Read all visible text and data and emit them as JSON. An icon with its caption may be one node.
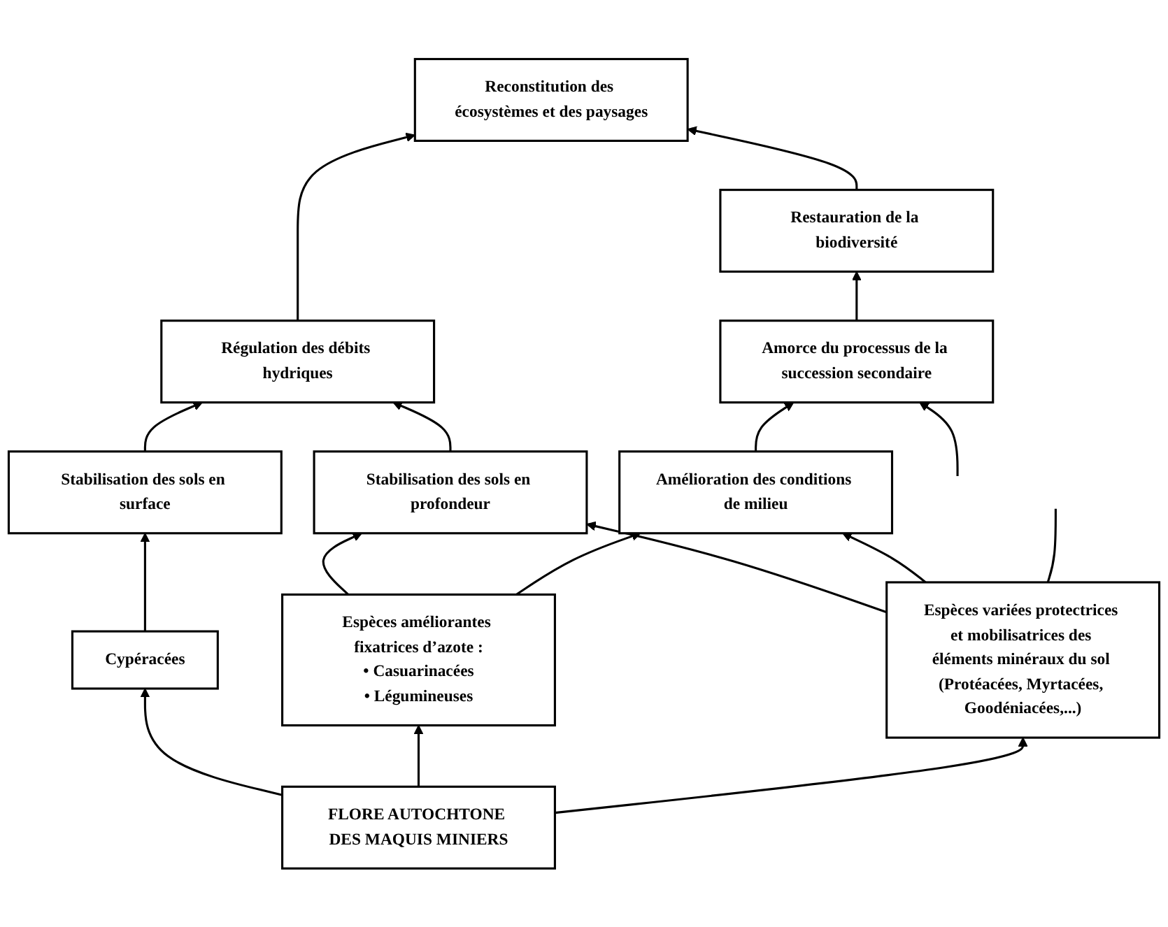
{
  "diagram": {
    "nodes": [
      {
        "text": [
          "Reconstitution des écosystèmes et des paysages"
        ]
      },
      {
        "text": [
          "Restauration de la biodiversité"
        ]
      },
      {
        "text": [
          "Régulation des débits hydriques"
        ]
      },
      {
        "text": [
          "Amorce du processus de la succession secondaire"
        ]
      },
      {
        "text": [
          "Stabilisation des sols en surface"
        ]
      },
      {
        "text": [
          "Stabilisation des sols en profondeur"
        ]
      },
      {
        "text": [
          "Amélioration des conditions de milieu"
        ]
      },
      {
        "text": [
          "Cypéracées"
        ]
      },
      {
        "text": [
          "Espèces améliorantes fixatrices d’azote :",
          "• Casuarinacées",
          "• Légumineuses"
        ]
      },
      {
        "text": [
          "Espèces variées protectrices et mobilisatrices des éléments minéraux du sol (Protéacées, Myrtacées, Goodéniacées,...)"
        ]
      },
      {
        "text": [
          "FLORE AUTOCHTONE DES MAQUIS MINIERS"
        ]
      }
    ],
    "edges": [
      {
        "from": 1,
        "to": 0,
        "arrow": "to"
      },
      {
        "from": 2,
        "to": 0,
        "arrow": "to"
      },
      {
        "from": 3,
        "to": 1,
        "arrow": "to"
      },
      {
        "from": null,
        "to": 3,
        "arrow": "to"
      },
      {
        "from": 4,
        "to": 2,
        "arrow": "to"
      },
      {
        "from": 5,
        "to": 2,
        "arrow": "to"
      },
      {
        "from": 6,
        "to": 3,
        "arrow": "to"
      },
      {
        "from": 7,
        "to": 4,
        "arrow": "to"
      },
      {
        "from": 8,
        "to": 5,
        "arrow": "to"
      },
      {
        "from": 9,
        "to": 5,
        "arrow": "to"
      },
      {
        "from": 8,
        "to": 6,
        "arrow": "to"
      },
      {
        "from": 9,
        "to": 6,
        "arrow": "to"
      },
      {
        "from": 9,
        "to": null,
        "arrow": "none"
      },
      {
        "from": 10,
        "to": 7,
        "arrow": "to"
      },
      {
        "from": 10,
        "to": 8,
        "arrow": "to"
      },
      {
        "from": 10,
        "to": 9,
        "arrow": "to"
      }
    ]
  }
}
